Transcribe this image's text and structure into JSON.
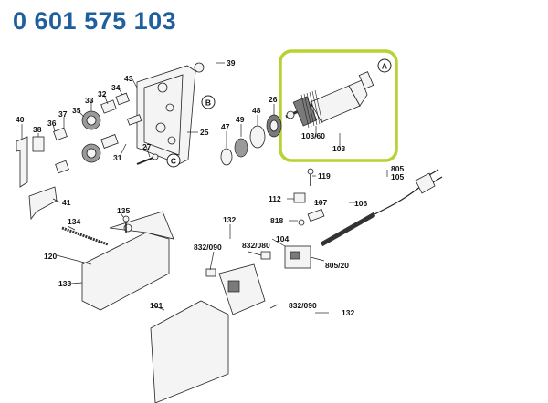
{
  "header": {
    "part_number": "0 601 575 103"
  },
  "highlight": {
    "color": "#b5d332"
  },
  "callouts": {
    "A": "A",
    "B": "B",
    "C": "C"
  },
  "labels": {
    "p39": "39",
    "p43": "43",
    "p34": "34",
    "p32": "32",
    "p33": "33",
    "p35": "35",
    "p37": "37",
    "p36": "36",
    "p40": "40",
    "p38": "38",
    "p41": "41",
    "p31": "31",
    "p25": "25",
    "p27": "27",
    "p47": "47",
    "p49": "49",
    "p48": "48",
    "p26": "26",
    "p103_60": "103/60",
    "p103": "103",
    "p119": "119",
    "p805": "805",
    "p105": "105",
    "p112": "112",
    "p107": "107",
    "p106": "106",
    "p818": "818",
    "p104": "104",
    "p805_20": "805/20",
    "p135": "135",
    "p134": "134",
    "p132a": "132",
    "p832_090a": "832/090",
    "p832_080": "832/080",
    "p120": "120",
    "p133": "133",
    "p101": "101",
    "p832_090b": "832/090",
    "p132b": "132"
  }
}
